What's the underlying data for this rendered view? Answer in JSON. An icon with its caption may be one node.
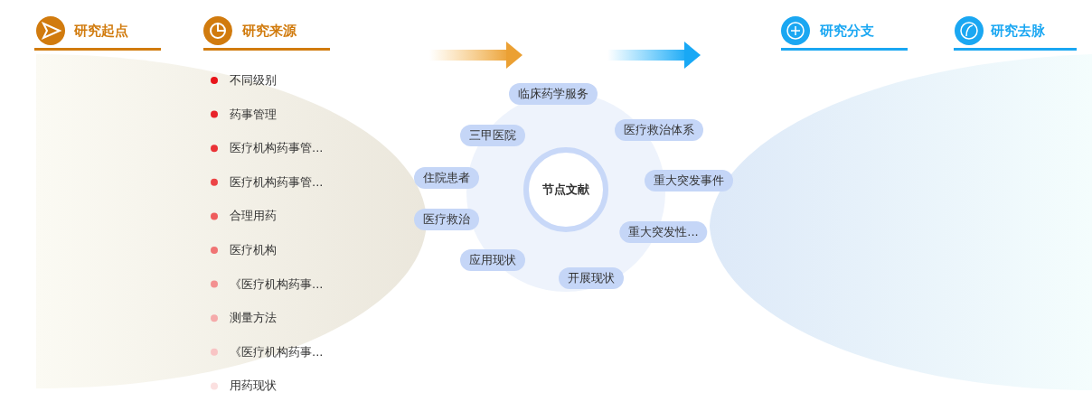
{
  "diagram": {
    "nodes": [
      {
        "text": [
          "节点文献"
        ]
      },
      {
        "text": [
          "临床药学服务"
        ]
      },
      {
        "text": [
          "三甲医院"
        ]
      },
      {
        "text": [
          "医疗救治体系"
        ]
      },
      {
        "text": [
          "住院患者"
        ]
      },
      {
        "text": [
          "重大突发事件"
        ]
      },
      {
        "text": [
          "医疗救治"
        ]
      },
      {
        "text": [
          "重大突发性..."
        ]
      },
      {
        "text": [
          "应用现状"
        ]
      },
      {
        "text": [
          "开展现状"
        ]
      }
    ],
    "labels": [
      "研究起点",
      "研究来源",
      "研究分支",
      "研究去脉",
      "不同级别",
      "药事管理",
      "医疗机构药事管...",
      "医疗机构药事管...",
      "合理用药",
      "医疗机构",
      "《医疗机构药事...",
      "测量方法",
      "《医疗机构药事...",
      "用药现状"
    ]
  }
}
